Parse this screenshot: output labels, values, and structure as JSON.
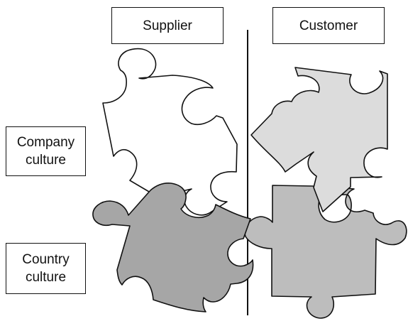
{
  "columns": {
    "supplier": "Supplier",
    "customer": "Customer"
  },
  "rows": {
    "company_culture": "Company\nculture",
    "country_culture": "Country\nculture"
  },
  "colors": {
    "outline": "#111111",
    "white_piece": "#ffffff",
    "light_gray_piece": "#dcdcdc",
    "medium_gray_piece": "#bdbdbd",
    "dark_gray_piece": "#a6a6a6"
  }
}
